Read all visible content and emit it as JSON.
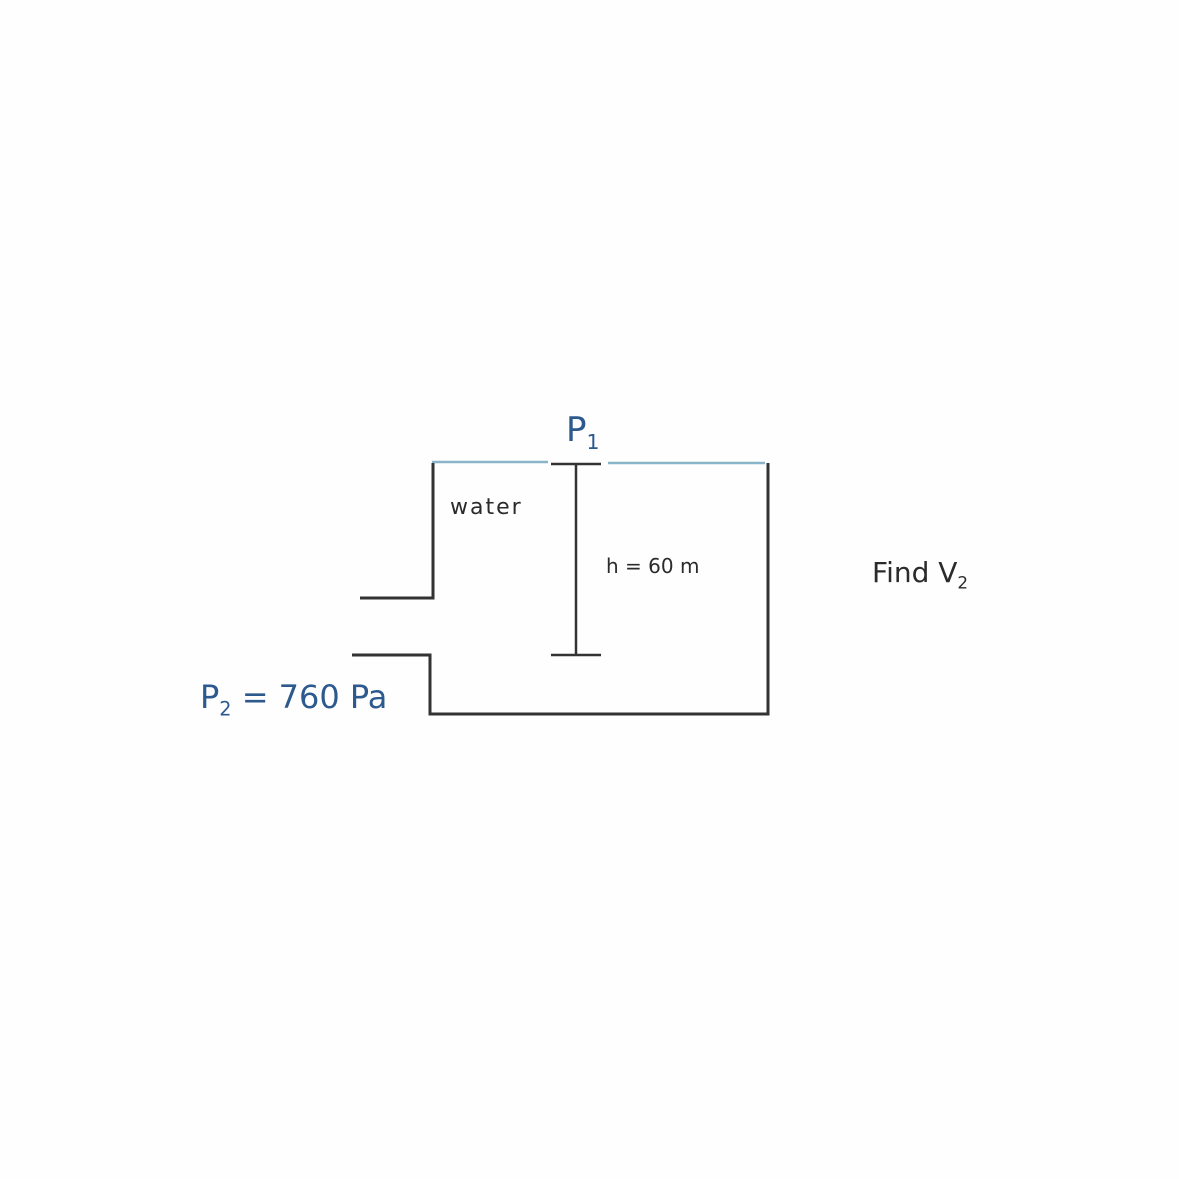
{
  "diagram": {
    "medium_label": "water",
    "height_label": "h = 60 m",
    "p1_label": "P",
    "p1_sub": "1",
    "p2_label": "P",
    "p2_sub": "2",
    "p2_value": "= 760 Pa",
    "task_label": "Find V",
    "task_sub": "2",
    "colors": {
      "wall": "#333333",
      "water_surface": "#8ab4c8",
      "annotation_blue": "#2d5a8e",
      "background": "#fefefe"
    }
  }
}
